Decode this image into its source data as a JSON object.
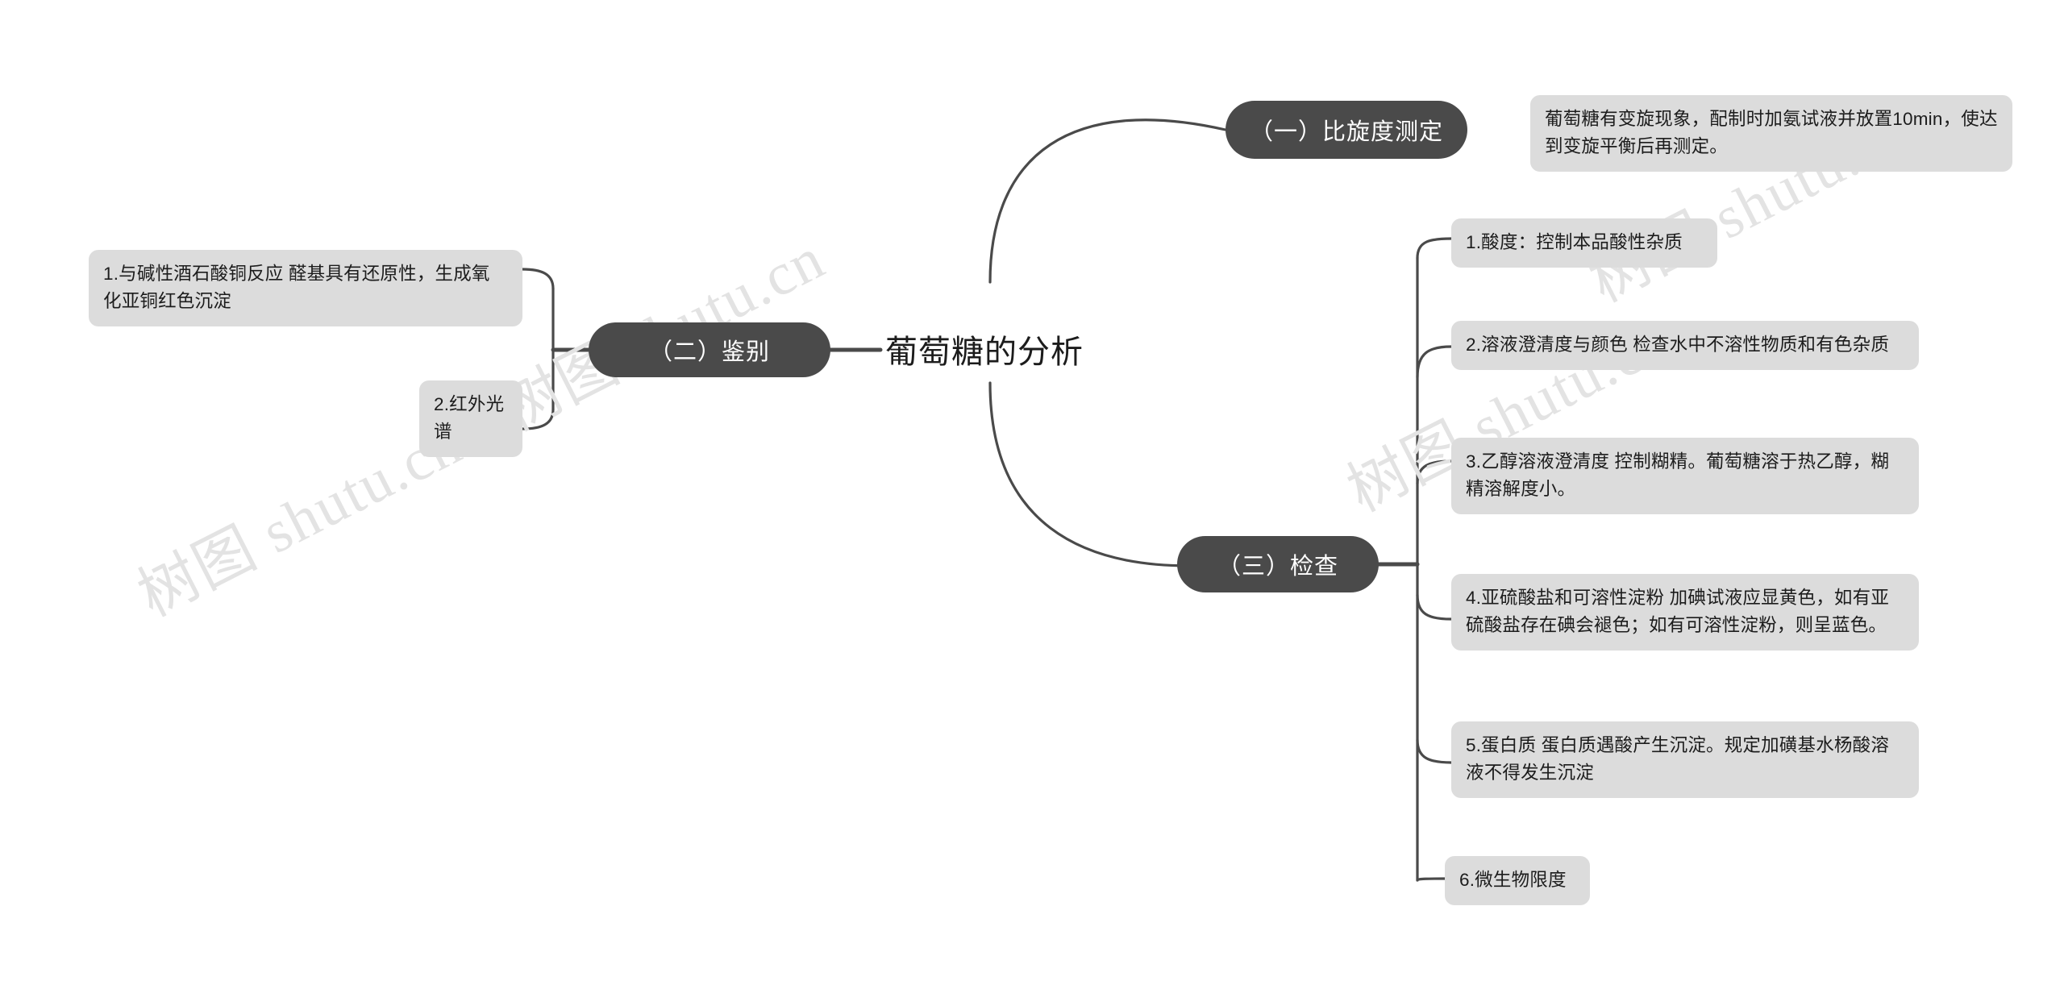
{
  "diagram": {
    "type": "mindmap",
    "root": {
      "label": "葡萄糖的分析"
    },
    "watermark": {
      "text": "树图 shutu.cn"
    },
    "colors": {
      "background": "#ffffff",
      "branch_fill": "#4a4a4a",
      "branch_text": "#ffffff",
      "leaf_fill": "#dcdcdc",
      "leaf_text": "#1c1c1c",
      "edge": "#4a4a4a",
      "watermark": "#e3e3e3"
    },
    "branches": [
      {
        "id": "branch-1",
        "label": "（一）比旋度测定",
        "side": "right",
        "children": [
          {
            "id": "b1-c1",
            "label": "葡萄糖有变旋现象，配制时加氨试液并放置10min，使达到变旋平衡后再测定。"
          }
        ]
      },
      {
        "id": "branch-2",
        "label": "（二）鉴别",
        "side": "left",
        "children": [
          {
            "id": "b2-c1",
            "label": "1.与碱性酒石酸铜反应 醛基具有还原性，生成氧化亚铜红色沉淀"
          },
          {
            "id": "b2-c2",
            "label": "2.红外光谱"
          }
        ]
      },
      {
        "id": "branch-3",
        "label": "（三）检查",
        "side": "right",
        "children": [
          {
            "id": "b3-c1",
            "label": "1.酸度：控制本品酸性杂质"
          },
          {
            "id": "b3-c2",
            "label": "2.溶液澄清度与颜色 检查水中不溶性物质和有色杂质"
          },
          {
            "id": "b3-c3",
            "label": "3.乙醇溶液澄清度 控制糊精。葡萄糖溶于热乙醇，糊精溶解度小。"
          },
          {
            "id": "b3-c4",
            "label": "4.亚硫酸盐和可溶性淀粉 加碘试液应显黄色，如有亚硫酸盐存在碘会褪色；如有可溶性淀粉，则呈蓝色。"
          },
          {
            "id": "b3-c5",
            "label": "5.蛋白质 蛋白质遇酸产生沉淀。规定加磺基水杨酸溶液不得发生沉淀"
          },
          {
            "id": "b3-c6",
            "label": "6.微生物限度"
          }
        ]
      }
    ]
  }
}
